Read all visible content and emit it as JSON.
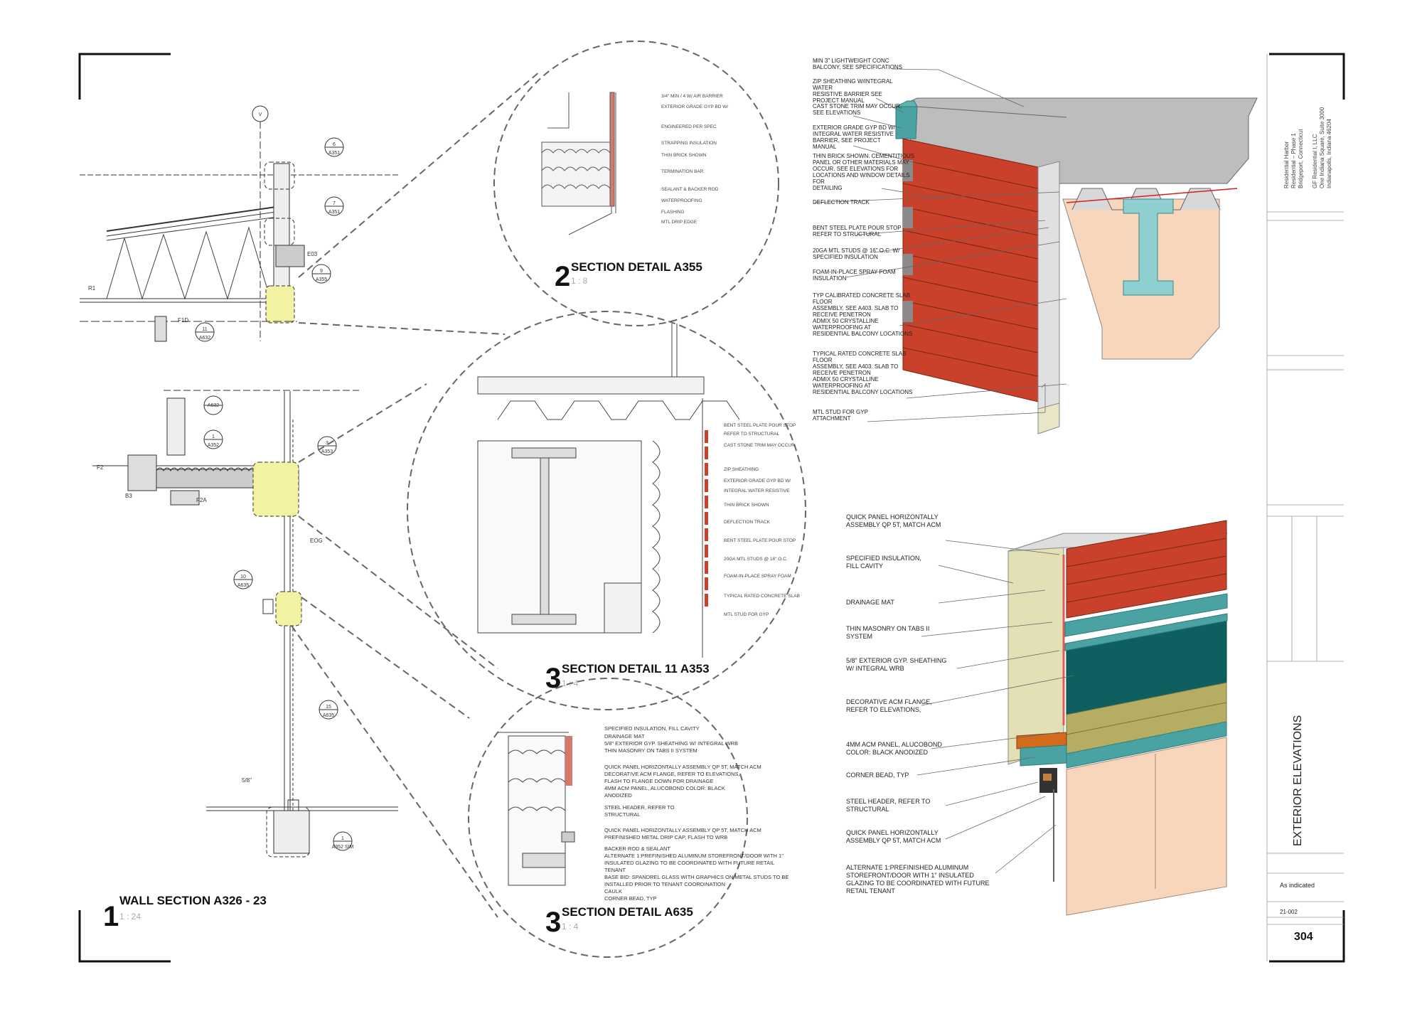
{
  "sheet": {
    "number": "304",
    "title": "EXTERIOR ELEVATIONS",
    "scale": "As indicated",
    "project_no": "21-002",
    "project_name": [
      "Residential Harbor",
      "Residential – Phase 1",
      "Bridgeport, Connecticut"
    ],
    "owner": [
      "GF Residential I, LLC",
      "One Indiana Square, Suite 3000",
      "Indianapolis, Indiana 46204"
    ]
  },
  "details": [
    {
      "number": "1",
      "title": "WALL SECTION A326 - 23",
      "scale": "1 : 24"
    },
    {
      "number": "2",
      "title": "SECTION DETAIL A355",
      "scale": "1 : 8"
    },
    {
      "number": "3",
      "title": "SECTION DETAIL 11 A353",
      "scale": "1 : 4"
    },
    {
      "number": "3",
      "title": "SECTION DETAIL  A635",
      "scale": "1 : 4"
    }
  ],
  "iso_top_notes": [
    "MIN 3\" LIGHTWEIGHT CONC\nBALCONY, SEE SPECIFICATIONS",
    "ZIP SHEATHING W/INTEGRAL\nWATER\nRESISTIVE BARRIER SEE\nPROJECT MANUAL",
    "CAST STONE TRIM MAY OCCUR,\nSEE ELEVATIONS",
    "EXTERIOR GRADE GYP BD W/\nINTEGRAL WATER RESISTIVE\nBARRIER, SEE PROJECT\nMANUAL",
    "THIN BRICK SHOWN. CEMENTITIOUS\nPANEL OR OTHER MATERIALS MAY\nOCCUR. SEE ELEVATIONS FOR\nLOCATIONS AND WINDOW DETAILS\nFOR\nDETAILING",
    "DEFLECTION TRACK",
    "BENT STEEL PLATE POUR STOP\nREFER TO STRUCTURAL",
    "20GA MTL STUDS @ 16\" O.C. W/\nSPECIFIED INSULATION",
    "FOAM-IN-PLACE SPRAY FOAM\nINSULATION",
    "TYP CALIBRATED CONCRETE SLAB\nFLOOR\nASSEMBLY, SEE A403. SLAB TO\nRECEIVE PENETRON\nADMIX 50 CRYSTALLINE\nWATERPROOFING AT\nRESIDENTIAL BALCONY LOCATIONS",
    "TYPICAL RATED CONCRETE SLAB\nFLOOR\nASSEMBLY, SEE A403. SLAB TO\nRECEIVE PENETRON\nADMIX 50 CRYSTALLINE\nWATERPROOFING AT\nRESIDENTIAL BALCONY LOCATIONS",
    "MTL STUD FOR GYP\nATTACHMENT"
  ],
  "iso_bottom_notes": [
    "QUICK PANEL HORIZONTALLY\nASSEMBLY QP 5T, MATCH ACM",
    "SPECIFIED INSULATION,\nFILL CAVITY",
    "DRAINAGE MAT",
    "THIN MASONRY ON TABS II\nSYSTEM",
    "5/8\" EXTERIOR GYP. SHEATHING\nW/ INTEGRAL WRB",
    "DECORATIVE ACM FLANGE,\nREFER TO ELEVATIONS,",
    "4MM ACM PANEL, ALUCOBOND\nCOLOR: BLACK ANODIZED",
    "CORNER BEAD, TYP",
    "STEEL HEADER, REFER TO\nSTRUCTURAL",
    "QUICK PANEL HORIZONTALLY\nASSEMBLY QP 5T, MATCH ACM",
    "ALTERNATE 1:PREFINISHED ALUMINUM\nSTOREFRONT/DOOR WITH 1\" INSULATED\nGLAZING TO BE COORDINATED WITH FUTURE\nRETAIL TENANT"
  ],
  "a635_notes": [
    "SPECIFIED INSULATION, FILL CAVITY",
    "DRAINAGE MAT",
    "5/8\" EXTERIOR GYP. SHEATHING W/ INTEGRAL WRB",
    "THIN MASONRY ON TABS II SYSTEM",
    "QUICK PANEL HORIZONTALLY ASSEMBLY QP 5T, MATCH ACM",
    "DECORATIVE ACM FLANGE, REFER TO ELEVATIONS,",
    "FLASH TO FLANGE DOWN FOR DRAINAGE",
    "4MM ACM PANEL, ALUCOBOND COLOR: BLACK",
    "ANODIZED",
    "STEEL HEADER, REFER TO",
    "STRUCTURAL",
    "QUICK PANEL HORIZONTALLY ASSEMBLY QP 5T, MATCH ACM",
    "PREFINISHED METAL DRIP CAP, FLASH TO WRB",
    "BACKER ROD & SEALANT",
    "ALTERNATE 1:PREFINISHED ALUMINUM STOREFRONT/DOOR WITH 1\"",
    "INSULATED GLAZING TO BE COORDINATED WITH FUTURE RETAIL",
    "TENANT",
    "BASE BID: SPANDREL GLASS WITH GRAPHICS ON METAL STUDS TO BE",
    "INSTALLED PRIOR TO TENANT COORDINATION",
    "CAULK",
    "CORNER BEAD, TYP"
  ],
  "wall_tags": {
    "grid": "V",
    "refs": [
      {
        "n": "6",
        "s": "A351"
      },
      {
        "n": "7",
        "s": "A351"
      },
      {
        "n": "9",
        "s": "A355"
      },
      {
        "n": "11",
        "s": "A632"
      },
      {
        "n": "A632",
        "s": ""
      },
      {
        "n": "1",
        "s": "A352"
      },
      {
        "n": "3",
        "s": "A353"
      },
      {
        "n": "10",
        "s": "A635"
      },
      {
        "n": "15",
        "s": "A635"
      },
      {
        "n": "1",
        "s": "A352 SIM"
      }
    ],
    "levels": [
      "R1",
      "F1D",
      "F2",
      "F2A",
      "B3",
      "E03",
      "EOG",
      "5/8\""
    ]
  },
  "colors": {
    "brick": "#c9412a",
    "teal": "#4aa3a2",
    "dark_teal": "#0d5f60",
    "olive": "#b5ad62",
    "concrete": "#bdbdbd",
    "peach": "#f7d6bb",
    "insul": "#e8e6c4",
    "highlight": "#f3f2a3"
  }
}
